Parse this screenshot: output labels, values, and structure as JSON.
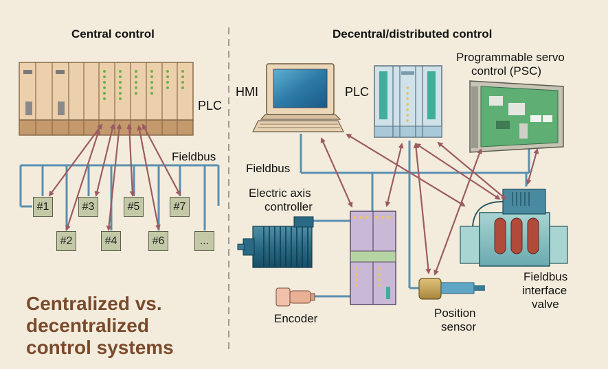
{
  "left_panel": {
    "title": "Central control",
    "plc_label": "PLC",
    "fieldbus_label": "Fieldbus"
  },
  "right_panel": {
    "title": "Decentral/distributed control",
    "hmi_label": "HMI",
    "plc_label": "PLC",
    "psc_label_line1": "Programmable servo",
    "psc_label_line2": "control (PSC)",
    "fieldbus_label": "Fieldbus",
    "axis_label_line1": "Electric axis",
    "axis_label_line2": "controller",
    "encoder_label": "Encoder",
    "position_sensor_line1": "Position",
    "position_sensor_line2": "sensor",
    "valve_line1": "Fieldbus",
    "valve_line2": "interface",
    "valve_line3": "valve"
  },
  "nodes": [
    "#1",
    "#2",
    "#3",
    "#4",
    "#5",
    "#6",
    "#7",
    "..."
  ],
  "caption": {
    "line1": "Centralized vs.",
    "line2": "decentralized",
    "line3": "control systems"
  },
  "colors": {
    "background": "#f3ecdc",
    "bus": "#5a8fb0",
    "arrow": "#9c5b62",
    "caption": "#7a4a2c",
    "plc_body": "#e8caa6",
    "node_fill": "#c3c9a6"
  }
}
